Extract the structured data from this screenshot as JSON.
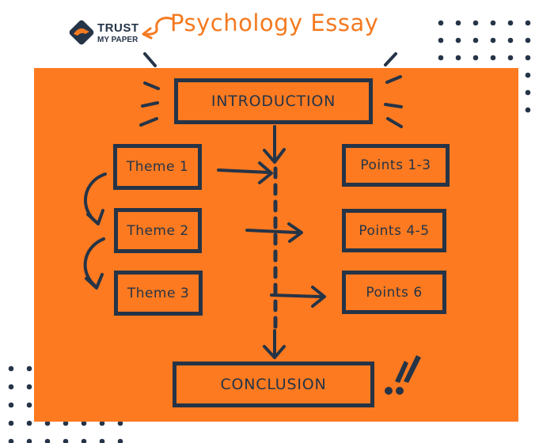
{
  "brand": {
    "line1": "TRUST",
    "line2": "MY PAPER"
  },
  "title": "Psychology Essay",
  "diagram": {
    "introduction": "INTRODUCTION",
    "conclusion": "CONCLUSION",
    "themes": [
      "Theme 1",
      "Theme 2",
      "Theme 3"
    ],
    "points": [
      "Points 1-3",
      "Points 4-5",
      "Points 6"
    ]
  },
  "colors": {
    "accent": "#fd7a20",
    "ink": "#253447",
    "background": "#ffffff",
    "title": "#f47a20"
  },
  "icons": [
    "logo-mark-icon",
    "curved-arrow-icon",
    "double-exclamation-icon"
  ]
}
